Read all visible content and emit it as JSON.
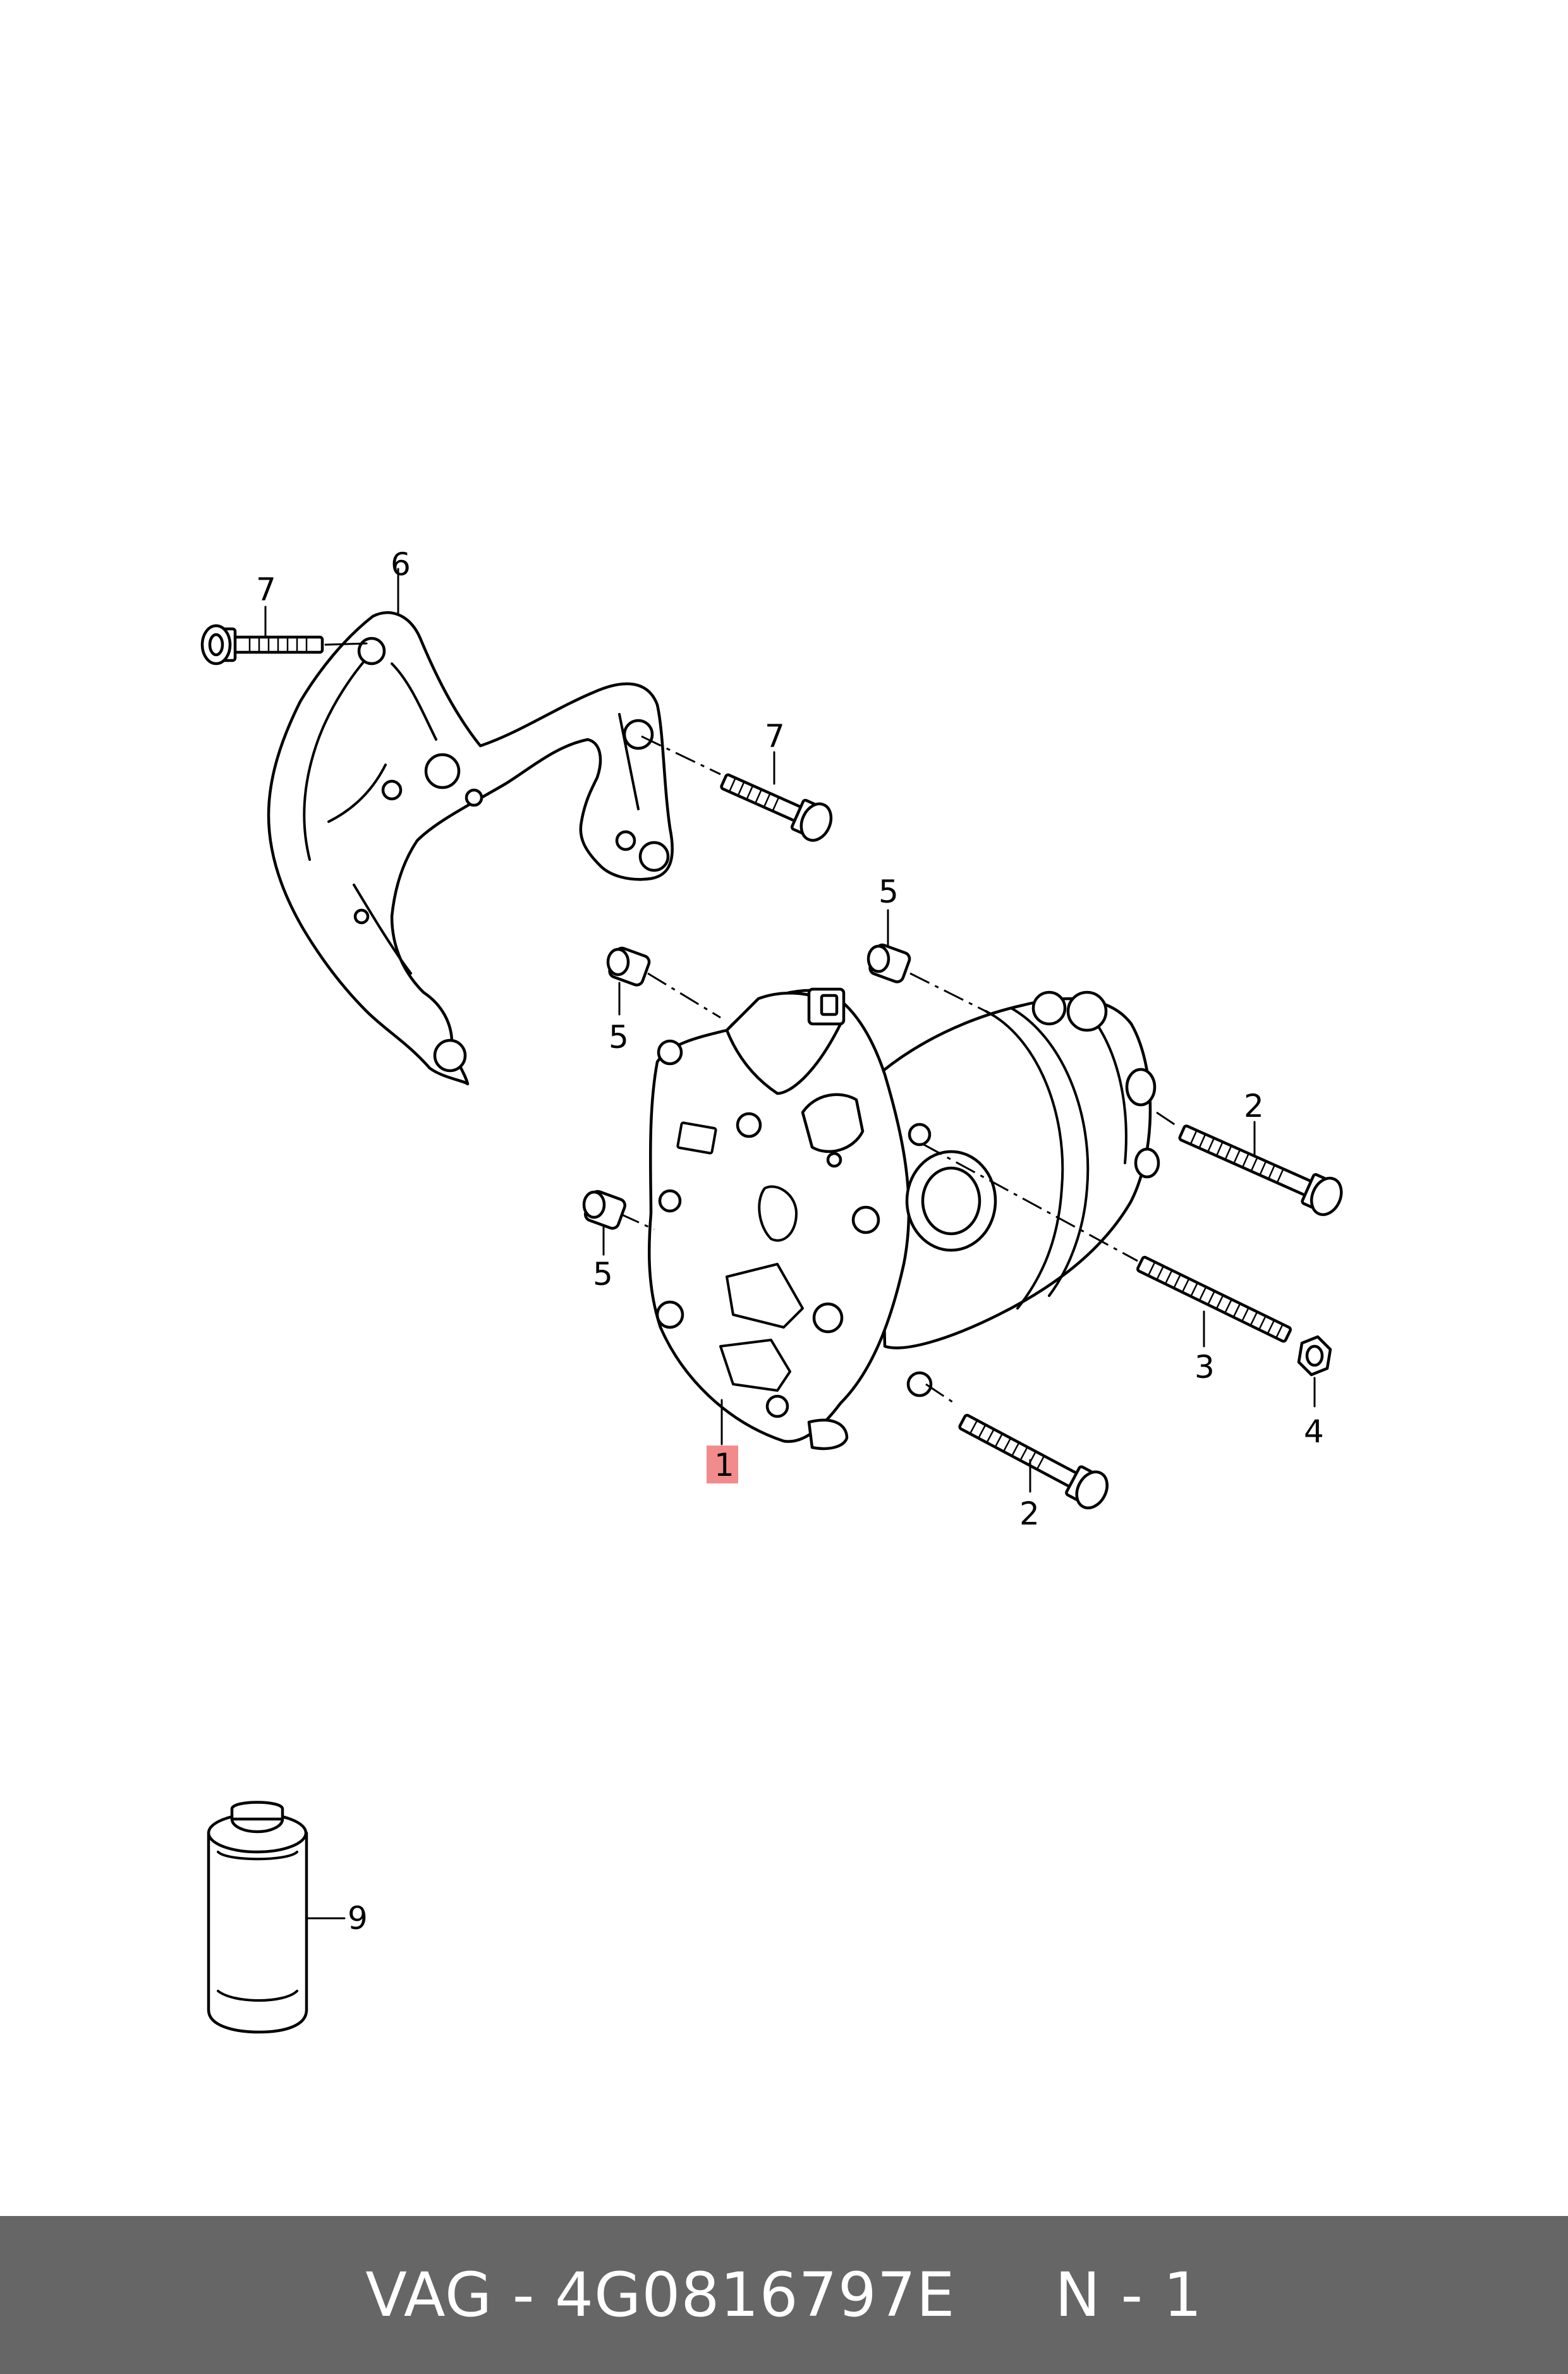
{
  "callouts": {
    "c1": "1",
    "c2a": "2",
    "c2b": "2",
    "c3": "3",
    "c4": "4",
    "c5a": "5",
    "c5b": "5",
    "c5c": "5",
    "c6": "6",
    "c7a": "7",
    "c7b": "7",
    "c9": "9"
  },
  "highlight_color": "#f28c8c",
  "footer": {
    "text": "VAG - 4G0816797E     N - 1",
    "background": "#666666"
  }
}
